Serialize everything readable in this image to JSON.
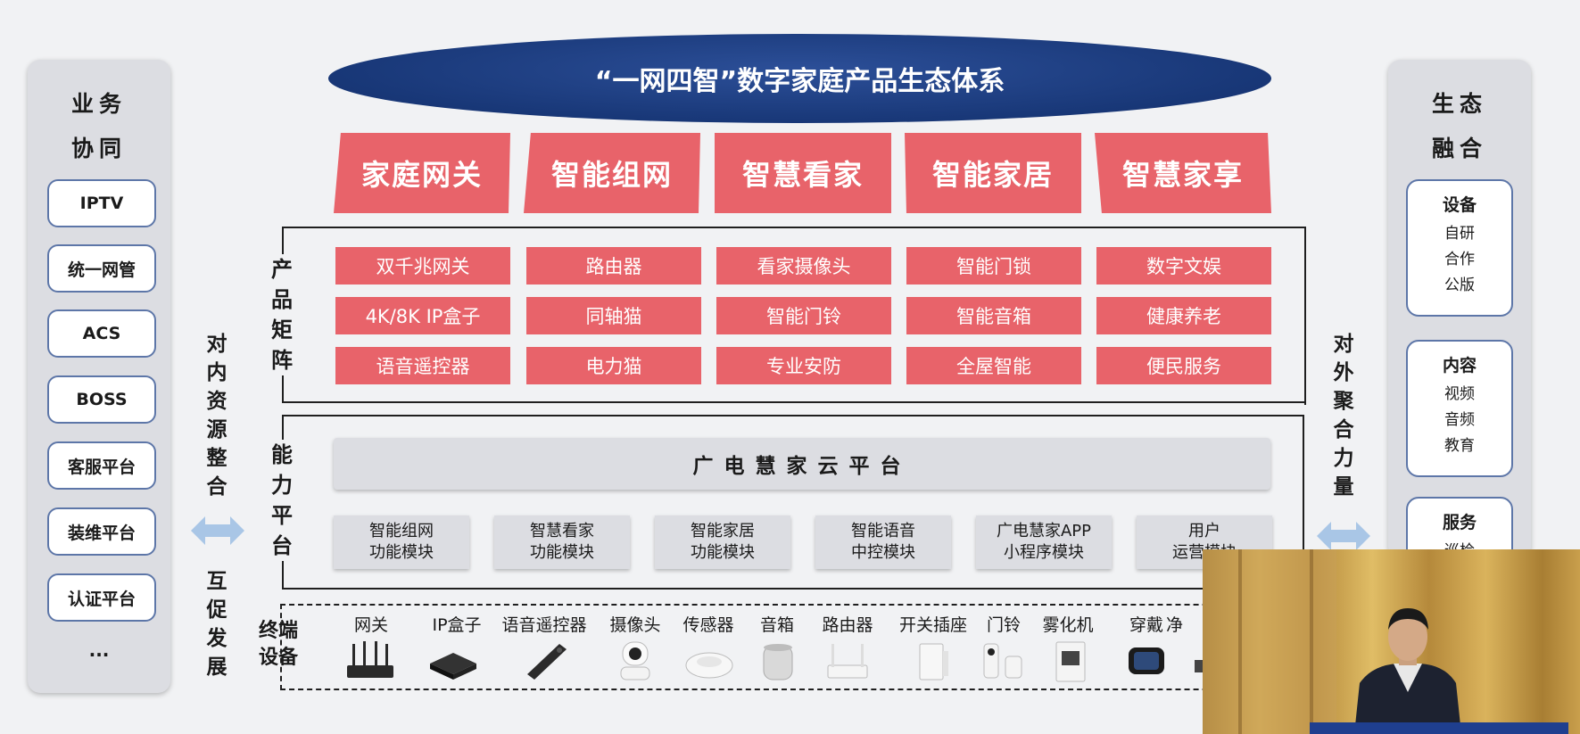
{
  "title": "“一网四智”数字家庭产品生态体系",
  "left_panel": {
    "title_lines": [
      "业务",
      "协同"
    ],
    "items": [
      "IPTV",
      "统一网管",
      "ACS",
      "BOSS",
      "客服平台",
      "装维平台",
      "认证平台"
    ],
    "more": "..."
  },
  "right_panel": {
    "title_lines": [
      "生态",
      "融合"
    ],
    "cards": [
      {
        "title": "设备",
        "lines": [
          "自研",
          "合作",
          "公版"
        ]
      },
      {
        "title": "内容",
        "lines": [
          "视频",
          "音频",
          "教育"
        ]
      },
      {
        "title": "服务",
        "lines": [
          "巡检"
        ]
      }
    ]
  },
  "left_connector": {
    "top": "对内资源整合",
    "bottom": "互促发展"
  },
  "right_connector": {
    "text": "对外聚合力量"
  },
  "categories": [
    "家庭网关",
    "智能组网",
    "智慧看家",
    "智能家居",
    "智慧家享"
  ],
  "product_matrix": {
    "label": "产品矩阵",
    "rows": [
      [
        "双千兆网关",
        "路由器",
        "看家摄像头",
        "智能门锁",
        "数字文娱"
      ],
      [
        "4K/8K IP盒子",
        "同轴猫",
        "智能门铃",
        "智能音箱",
        "健康养老"
      ],
      [
        "语音遥控器",
        "电力猫",
        "专业安防",
        "全屋智能",
        "便民服务"
      ]
    ]
  },
  "capability_platform": {
    "label": "能力平台",
    "cloud": "广电慧家云平台",
    "modules": [
      [
        "智能组网",
        "功能模块"
      ],
      [
        "智慧看家",
        "功能模块"
      ],
      [
        "智能家居",
        "功能模块"
      ],
      [
        "智能语音",
        "中控模块"
      ],
      [
        "广电慧家APP",
        "小程序模块"
      ],
      [
        "用户",
        "运营模块"
      ]
    ]
  },
  "terminal_devices": {
    "label": "终端设备",
    "items": [
      {
        "label": "网关",
        "icon": "router-icon"
      },
      {
        "label": "IP盒子",
        "icon": "set-top-box-icon"
      },
      {
        "label": "语音遥控器",
        "icon": "remote-control-icon"
      },
      {
        "label": "摄像头",
        "icon": "camera-icon"
      },
      {
        "label": "传感器",
        "icon": "sensor-icon"
      },
      {
        "label": "音箱",
        "icon": "speaker-icon"
      },
      {
        "label": "路由器",
        "icon": "wifi-router-icon"
      },
      {
        "label": "开关插座",
        "icon": "switch-icon"
      },
      {
        "label": "门铃",
        "icon": "doorbell-icon"
      },
      {
        "label": "雾化机",
        "icon": "humidifier-icon"
      },
      {
        "label": "穿戴",
        "icon": "smartwatch-icon"
      },
      {
        "label": "净",
        "icon": "purifier-icon"
      }
    ]
  },
  "colors": {
    "accent_red": "#e8636a",
    "navy": "#183777",
    "card_border": "#5d76a8",
    "arrow": "#a9c6e6"
  }
}
